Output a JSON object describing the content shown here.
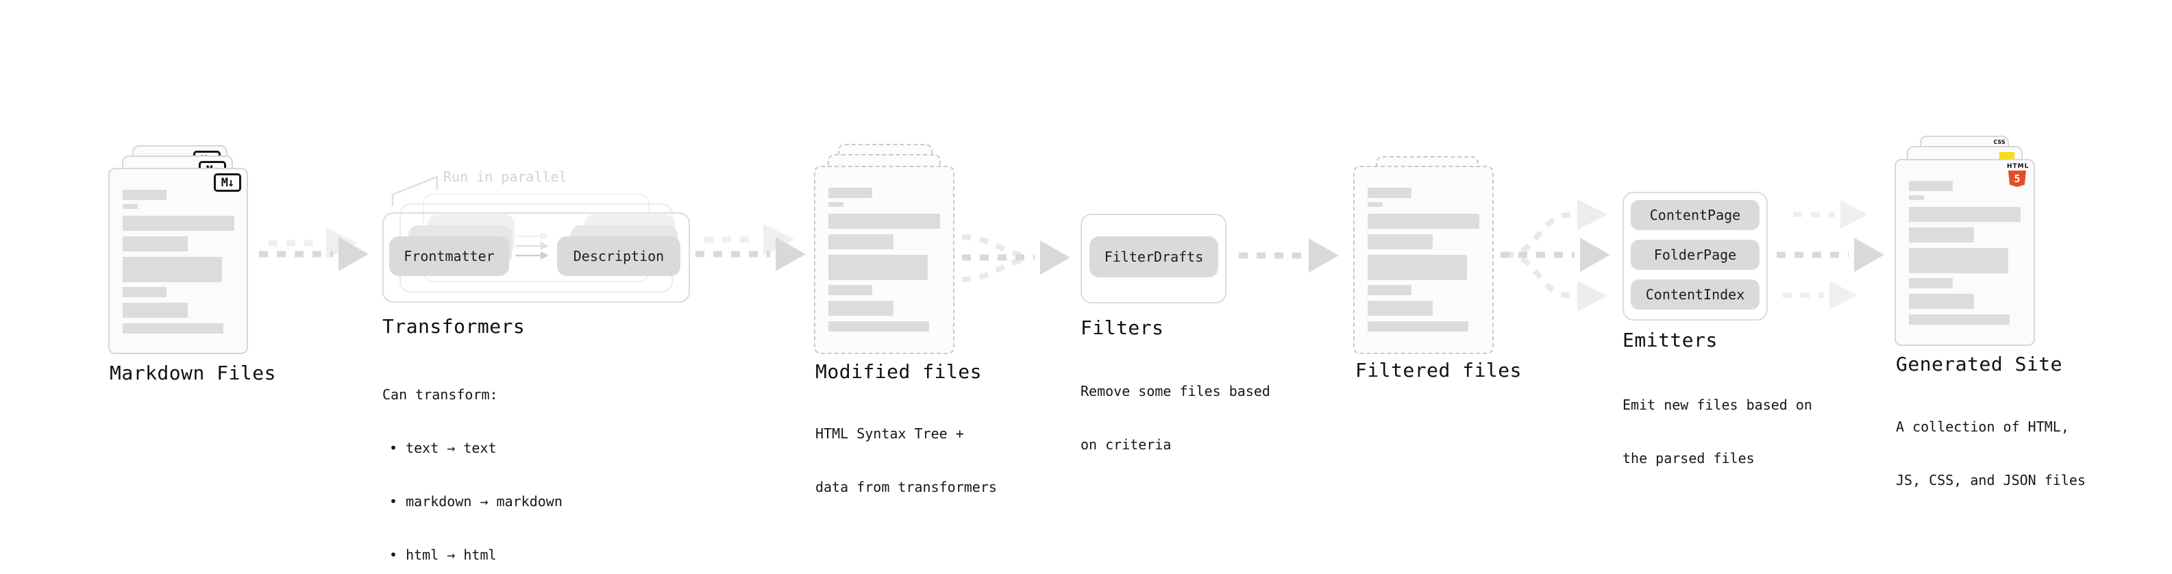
{
  "markdown": {
    "label": "Markdown Files",
    "badge": "M↓"
  },
  "transformers": {
    "title": "Transformers",
    "callout": "Run in parallel",
    "pill_left": "Frontmatter",
    "pill_right": "Description",
    "note_title": "Can transform:",
    "bullets": [
      "• text → text",
      "• markdown → markdown",
      "• html → html"
    ]
  },
  "modified": {
    "label": "Modified files",
    "note": [
      "HTML Syntax Tree +",
      "data from transformers"
    ]
  },
  "filters": {
    "title": "Filters",
    "pill": "FilterDrafts",
    "note": [
      "Remove some files based",
      "on criteria"
    ]
  },
  "filtered": {
    "label": "Filtered files"
  },
  "emitters": {
    "title": "Emitters",
    "pills": [
      "ContentPage",
      "FolderPage",
      "ContentIndex"
    ],
    "note": [
      "Emit new files based on",
      "the parsed files"
    ]
  },
  "generated": {
    "label": "Generated Site",
    "note": [
      "A collection of HTML,",
      "JS, CSS, and JSON files"
    ],
    "badge_html_word": "HTML",
    "badge_html_number": "5",
    "badge_css": "CSS"
  },
  "colors": {
    "html5_orange": "#e44d26",
    "js_yellow": "#f5de19",
    "css_blue": "#2965f1"
  }
}
